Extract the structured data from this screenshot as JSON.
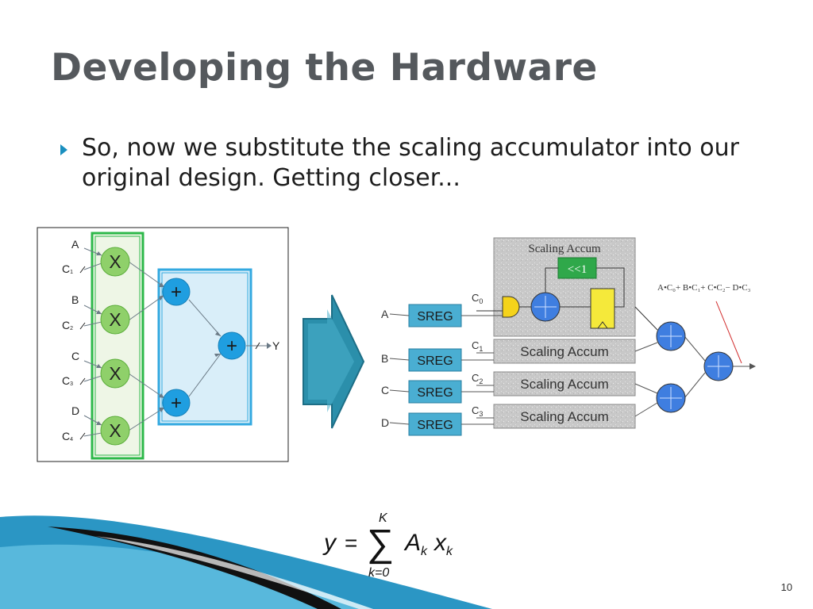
{
  "slide": {
    "title": "Developing the Hardware",
    "bullet": "So, now we substitute the scaling accumulator into our original design.  Getting closer...",
    "page_number": "10"
  },
  "left_diagram": {
    "inputs": [
      {
        "a": "A",
        "c": "C",
        "c_sub": "1"
      },
      {
        "a": "B",
        "c": "C",
        "c_sub": "2"
      },
      {
        "a": "C",
        "c": "C",
        "c_sub": "3"
      },
      {
        "a": "D",
        "c": "C",
        "c_sub": "4"
      }
    ],
    "multiplier_symbol": "X",
    "adder_symbol": "+",
    "output": "Y"
  },
  "right_diagram": {
    "inputs": [
      "A",
      "B",
      "C",
      "D"
    ],
    "sreg_label": "SREG",
    "coeffs": [
      {
        "c": "C",
        "sub": "0"
      },
      {
        "c": "C",
        "sub": "1"
      },
      {
        "c": "C",
        "sub": "2"
      },
      {
        "c": "C",
        "sub": "3"
      }
    ],
    "accum_label": "Scaling Accum",
    "shift_label": "<<1",
    "expression": "A•C₀+ B•C₁+ C•C₂− D•C₃"
  },
  "formula": {
    "lhs": "y",
    "equals": "=",
    "sum_upper": "K",
    "sum_symbol": "∑",
    "sum_lower": "k=0",
    "term_a": "A",
    "term_a_sub": "k",
    "term_x": "x",
    "term_x_sub": "k"
  },
  "colors": {
    "title": "#55595d",
    "accent": "#1a8fbf",
    "multiplier_fill": "#8fd06a",
    "adder_fill": "#1f9ee0",
    "sreg_fill": "#4aaed2",
    "transform_arrow": "#2b8fab"
  }
}
